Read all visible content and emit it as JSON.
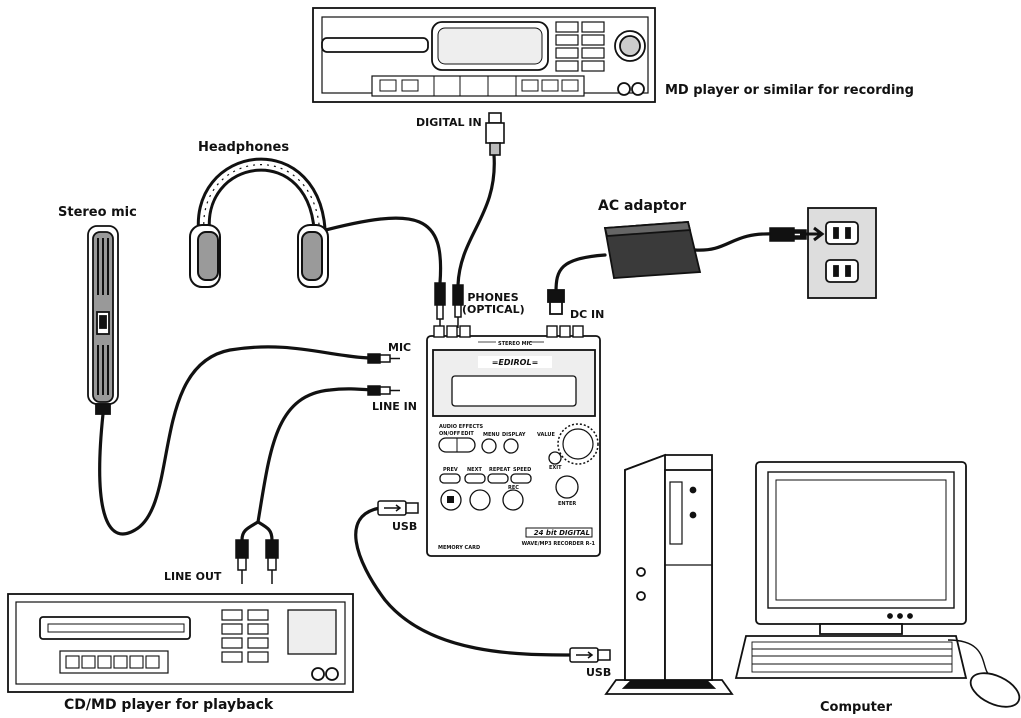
{
  "labels": {
    "md_recorder": "MD player or similar for recording",
    "digital_in": "DIGITAL IN",
    "headphones": "Headphones",
    "stereo_mic": "Stereo mic",
    "ac_adaptor": "AC adaptor",
    "phones": "PHONES",
    "optical": "(OPTICAL)",
    "dc_in": "DC IN",
    "mic": "MIC",
    "line_in": "LINE IN",
    "usb_recorder": "USB",
    "line_out": "LINE OUT",
    "usb_computer": "USB",
    "cd_md_player": "CD/MD player for playback",
    "computer": "Computer"
  },
  "recorder": {
    "brand": "EDIROL",
    "stereo_mic_mark": "STEREO MIC",
    "audio_effects": "AUDIO EFFECTS",
    "on_off": "ON/OFF",
    "edit": "EDIT",
    "menu": "MENU",
    "display": "DISPLAY",
    "value": "VALUE",
    "exit": "EXIT",
    "enter": "ENTER",
    "prev": "PREV",
    "next": "NEXT",
    "repeat": "REPEAT",
    "speed": "SPEED",
    "rec": "REC",
    "memory_card": "MEMORY CARD",
    "bit_digital": "24 bit DIGITAL",
    "model_line": "WAVE/MP3 RECORDER R-1"
  },
  "colors": {
    "line": "#111111",
    "device_fill": "#ffffff",
    "screen_fill": "#eeeeee",
    "cushion_fill": "#9a9a9a",
    "adaptor_fill": "#3a3a3a",
    "outlet_fill": "#dddddd"
  }
}
